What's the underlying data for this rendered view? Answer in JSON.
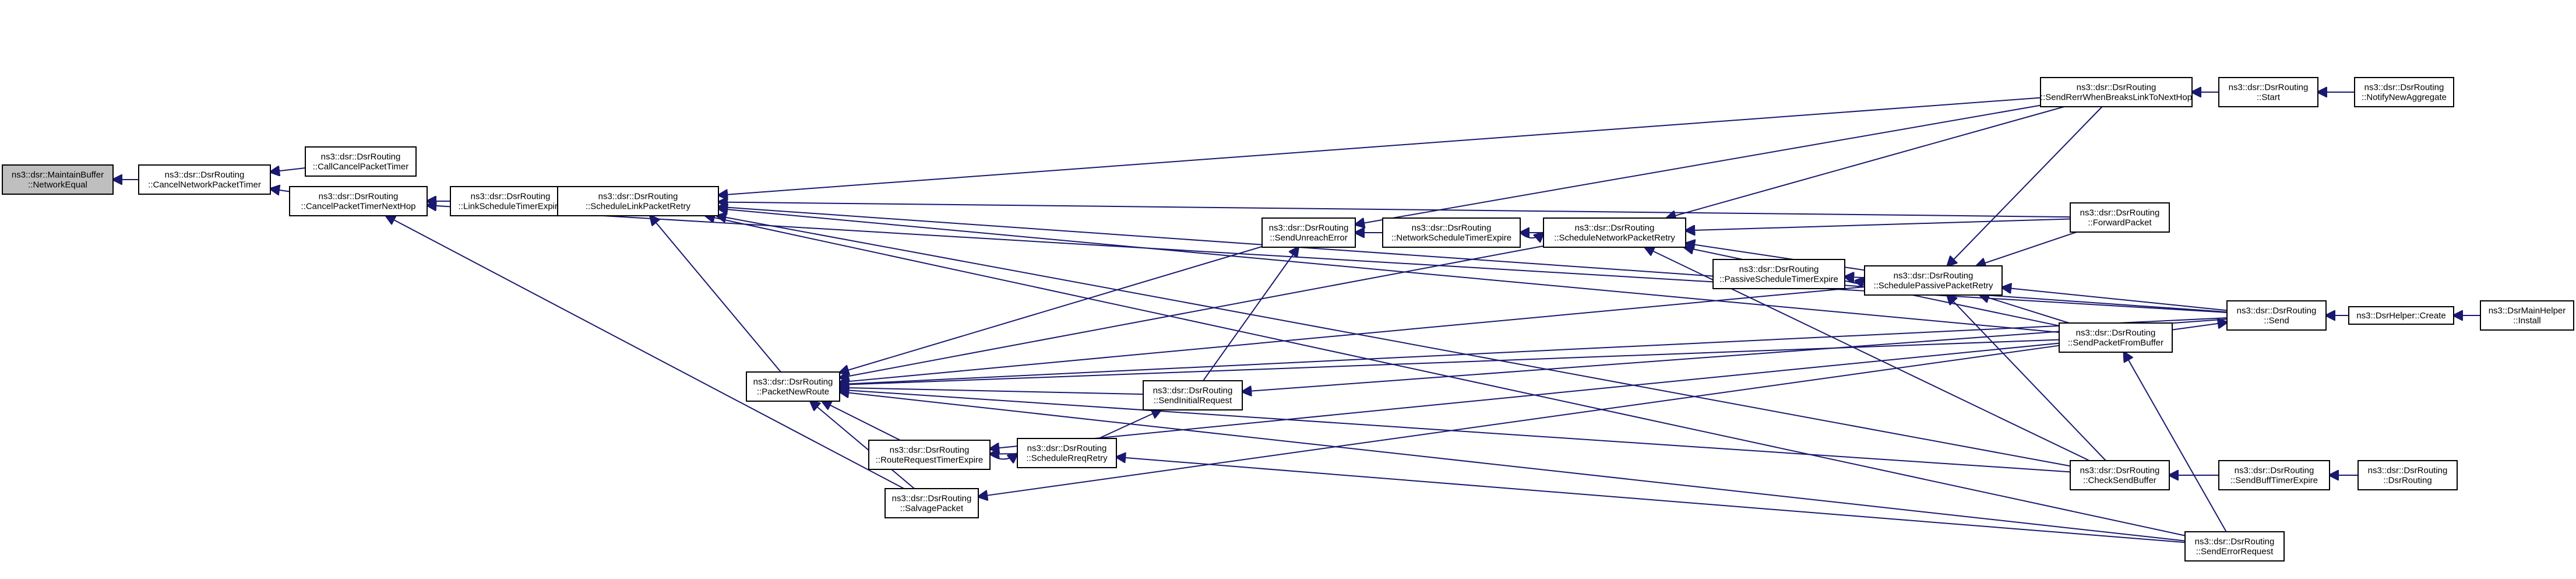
{
  "graph": {
    "nodes": [
      {
        "id": "root",
        "line1": "ns3::dsr::MaintainBuffer",
        "line2": "::NetworkEqual",
        "highlight": true
      },
      {
        "id": "cnpt",
        "line1": "ns3::dsr::DsrRouting",
        "line2": "::CancelNetworkPacketTimer"
      },
      {
        "id": "ccpt",
        "line1": "ns3::dsr::DsrRouting",
        "line2": "::CallCancelPacketTimer"
      },
      {
        "id": "cptnh",
        "line1": "ns3::dsr::DsrRouting",
        "line2": "::CancelPacketTimerNextHop"
      },
      {
        "id": "lste",
        "line1": "ns3::dsr::DsrRouting",
        "line2": "::LinkScheduleTimerExpire"
      },
      {
        "id": "slpr",
        "line1": "ns3::dsr::DsrRouting",
        "line2": "::ScheduleLinkPacketRetry"
      },
      {
        "id": "pnr",
        "line1": "ns3::dsr::DsrRouting",
        "line2": "::PacketNewRoute"
      },
      {
        "id": "sue",
        "line1": "ns3::dsr::DsrRouting",
        "line2": "::SendUnreachError"
      },
      {
        "id": "nste",
        "line1": "ns3::dsr::DsrRouting",
        "line2": "::NetworkScheduleTimerExpire"
      },
      {
        "id": "snpr",
        "line1": "ns3::dsr::DsrRouting",
        "line2": "::ScheduleNetworkPacketRetry"
      },
      {
        "id": "pste",
        "line1": "ns3::dsr::DsrRouting",
        "line2": "::PassiveScheduleTimerExpire"
      },
      {
        "id": "sppr",
        "line1": "ns3::dsr::DsrRouting",
        "line2": "::SchedulePassivePacketRetry"
      },
      {
        "id": "sir",
        "line1": "ns3::dsr::DsrRouting",
        "line2": "::SendInitialRequest"
      },
      {
        "id": "rrte",
        "line1": "ns3::dsr::DsrRouting",
        "line2": "::RouteRequestTimerExpire"
      },
      {
        "id": "srr",
        "line1": "ns3::dsr::DsrRouting",
        "line2": "::ScheduleRreqRetry"
      },
      {
        "id": "sp",
        "line1": "ns3::dsr::DsrRouting",
        "line2": "::SalvagePacket"
      },
      {
        "id": "srwblth",
        "line1": "ns3::dsr::DsrRouting",
        "line2": "::SendRerrWhenBreaksLinkToNextHop"
      },
      {
        "id": "start",
        "line1": "ns3::dsr::DsrRouting",
        "line2": "::Start"
      },
      {
        "id": "nna",
        "line1": "ns3::dsr::DsrRouting",
        "line2": "::NotifyNewAggregate"
      },
      {
        "id": "fp",
        "line1": "ns3::dsr::DsrRouting",
        "line2": "::ForwardPacket"
      },
      {
        "id": "spfb",
        "line1": "ns3::dsr::DsrRouting",
        "line2": "::SendPacketFromBuffer"
      },
      {
        "id": "send",
        "line1": "ns3::dsr::DsrRouting",
        "line2": "::Send"
      },
      {
        "id": "create",
        "line1": "ns3::DsrHelper::Create",
        "line2": ""
      },
      {
        "id": "install",
        "line1": "ns3::DsrMainHelper",
        "line2": "::Install"
      },
      {
        "id": "csb",
        "line1": "ns3::dsr::DsrRouting",
        "line2": "::CheckSendBuffer"
      },
      {
        "id": "sbte",
        "line1": "ns3::dsr::DsrRouting",
        "line2": "::SendBuffTimerExpire"
      },
      {
        "id": "dsrr",
        "line1": "ns3::dsr::DsrRouting",
        "line2": "::DsrRouting"
      },
      {
        "id": "ser",
        "line1": "ns3::dsr::DsrRouting",
        "line2": "::SendErrorRequest"
      }
    ],
    "edges": [
      [
        "cnpt",
        "root"
      ],
      [
        "ccpt",
        "cnpt"
      ],
      [
        "cptnh",
        "cnpt"
      ],
      [
        "lste",
        "cptnh"
      ],
      [
        "slpr",
        "cptnh"
      ],
      [
        "sp",
        "cptnh"
      ],
      [
        "slpr",
        "lste"
      ],
      [
        "lste",
        "slpr"
      ],
      [
        "pnr",
        "slpr"
      ],
      [
        "srwblth",
        "slpr"
      ],
      [
        "fp",
        "slpr"
      ],
      [
        "send",
        "slpr"
      ],
      [
        "csb",
        "slpr"
      ],
      [
        "ser",
        "slpr"
      ],
      [
        "spfb",
        "slpr"
      ],
      [
        "sue",
        "pnr"
      ],
      [
        "snpr",
        "pnr"
      ],
      [
        "sppr",
        "pnr"
      ],
      [
        "sir",
        "pnr"
      ],
      [
        "rrte",
        "pnr"
      ],
      [
        "sp",
        "pnr"
      ],
      [
        "csb",
        "pnr"
      ],
      [
        "send",
        "pnr"
      ],
      [
        "spfb",
        "pnr"
      ],
      [
        "ser",
        "pnr"
      ],
      [
        "nste",
        "sue"
      ],
      [
        "srwblth",
        "sue"
      ],
      [
        "sir",
        "sue"
      ],
      [
        "snpr",
        "sue"
      ],
      [
        "snpr",
        "nste"
      ],
      [
        "nste",
        "snpr"
      ],
      [
        "srwblth",
        "snpr"
      ],
      [
        "fp",
        "snpr"
      ],
      [
        "spfb",
        "snpr"
      ],
      [
        "csb",
        "snpr"
      ],
      [
        "sppr",
        "snpr"
      ],
      [
        "sppr",
        "pste"
      ],
      [
        "pste",
        "sppr"
      ],
      [
        "srwblth",
        "sppr"
      ],
      [
        "fp",
        "sppr"
      ],
      [
        "send",
        "sppr"
      ],
      [
        "spfb",
        "sppr"
      ],
      [
        "csb",
        "sppr"
      ],
      [
        "srr",
        "sir"
      ],
      [
        "send",
        "sir"
      ],
      [
        "srr",
        "rrte"
      ],
      [
        "rrte",
        "srr"
      ],
      [
        "ser",
        "srr"
      ],
      [
        "spfb",
        "rrte"
      ],
      [
        "spfb",
        "sp"
      ],
      [
        "start",
        "srwblth"
      ],
      [
        "nna",
        "start"
      ],
      [
        "spfb",
        "send"
      ],
      [
        "send",
        "cptnh"
      ],
      [
        "create",
        "send"
      ],
      [
        "install",
        "create"
      ],
      [
        "sbte",
        "csb"
      ],
      [
        "dsrr",
        "sbte"
      ],
      [
        "ser",
        "spfb"
      ]
    ]
  }
}
